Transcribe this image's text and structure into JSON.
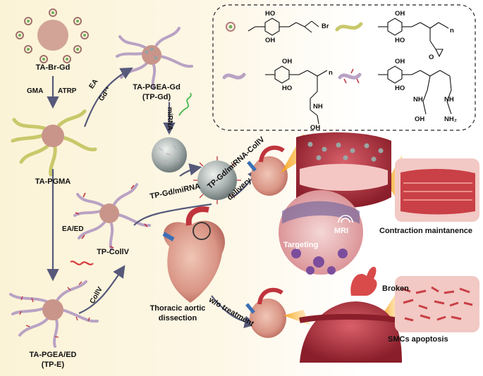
{
  "labels": {
    "ta_br_gd": "TA-Br-Gd",
    "gma": "GMA",
    "atrp": "ATRP",
    "ta_pgma": "TA-PGMA",
    "ea_ed": "EA/ED",
    "ta_pgea_ed_line1": "TA-PGEA/ED",
    "ta_pgea_ed_line2": "(TP-E)",
    "ea": "EA",
    "gd": "Gd³⁺",
    "ta_pgea_gd_line1": "TA-PGEA-Gd",
    "ta_pgea_gd_line2": "(TP-Gd)",
    "mirna": "miRNA",
    "tp_gd_mirna": "TP-Gd/miRNA",
    "tp_collv": "TP-CollV",
    "collv": "CollV",
    "delivery_line1": "TP-Gd/miRNA-CollV",
    "delivery_line2": "delivery",
    "targeting": "Targeting",
    "mri": "MRI",
    "contraction": "Contraction maintanence",
    "thoracic_line1": "Thoracic aortic",
    "thoracic_line2": "dissection",
    "wo_treatment": "w/o treatment",
    "broken": "Broken",
    "smcs": "SMCs apoptosis"
  },
  "legend": {
    "chem_br": "Br",
    "chem_ho": "HO",
    "chem_oh": "OH",
    "chem_o": "O",
    "chem_n": "n",
    "chem_nh": "NH",
    "chem_nh2": "NH₂"
  },
  "colors": {
    "arrow": "#56597a",
    "polymer_green": "#c8c86a",
    "polymer_purple": "#b9a2c4",
    "core": "#c9958b",
    "aorta_red": "#c0343c",
    "highlight_orange": "#f7a21a"
  }
}
